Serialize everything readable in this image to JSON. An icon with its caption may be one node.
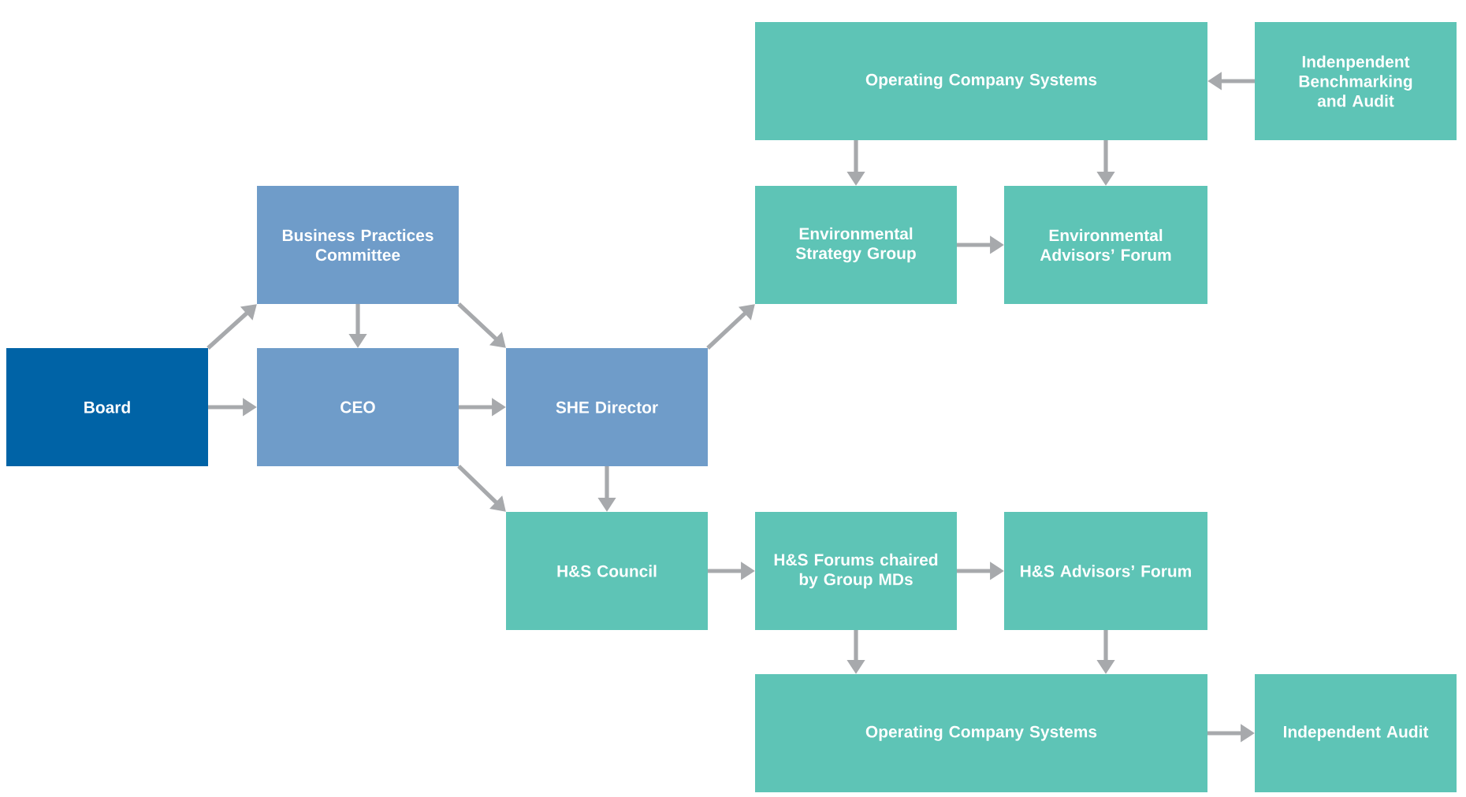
{
  "diagram": {
    "nodes": [
      {
        "text": [
          "Board"
        ]
      },
      {
        "text": [
          "Business Practices Committee"
        ]
      },
      {
        "text": [
          "CEO"
        ]
      },
      {
        "text": [
          "SHE Director"
        ]
      },
      {
        "text": [
          "Operating Company Systems"
        ]
      },
      {
        "text": [
          "Indenpendent Benchmarking and Audit"
        ]
      },
      {
        "text": [
          "Environmental Strategy Group"
        ]
      },
      {
        "text": [
          "Environmental Advisors’ Forum"
        ]
      },
      {
        "text": [
          "H&S Council"
        ]
      },
      {
        "text": [
          "H&S Forums chaired by Group MDs"
        ]
      },
      {
        "text": [
          "H&S Advisors’ Forum"
        ]
      },
      {
        "text": [
          "Operating Company Systems"
        ]
      },
      {
        "text": [
          "Independent Audit"
        ]
      }
    ],
    "edges": [
      {
        "from": 0,
        "to": 1,
        "arrow": "to"
      },
      {
        "from": 0,
        "to": 2,
        "arrow": "to"
      },
      {
        "from": 1,
        "to": 2,
        "arrow": "to"
      },
      {
        "from": 1,
        "to": 3,
        "arrow": "to"
      },
      {
        "from": 2,
        "to": 3,
        "arrow": "to"
      },
      {
        "from": 2,
        "to": 8,
        "arrow": "to"
      },
      {
        "from": 3,
        "to": 8,
        "arrow": "to"
      },
      {
        "from": 3,
        "to": 6,
        "arrow": "to"
      },
      {
        "from": 5,
        "to": 4,
        "arrow": "to"
      },
      {
        "from": 4,
        "to": 6,
        "arrow": "to"
      },
      {
        "from": 4,
        "to": 7,
        "arrow": "to"
      },
      {
        "from": 6,
        "to": 7,
        "arrow": "to"
      },
      {
        "from": 8,
        "to": 9,
        "arrow": "to"
      },
      {
        "from": 9,
        "to": 10,
        "arrow": "to"
      },
      {
        "from": 9,
        "to": 11,
        "arrow": "to"
      },
      {
        "from": 10,
        "to": 11,
        "arrow": "to"
      },
      {
        "from": 11,
        "to": 12,
        "arrow": "to"
      }
    ]
  }
}
